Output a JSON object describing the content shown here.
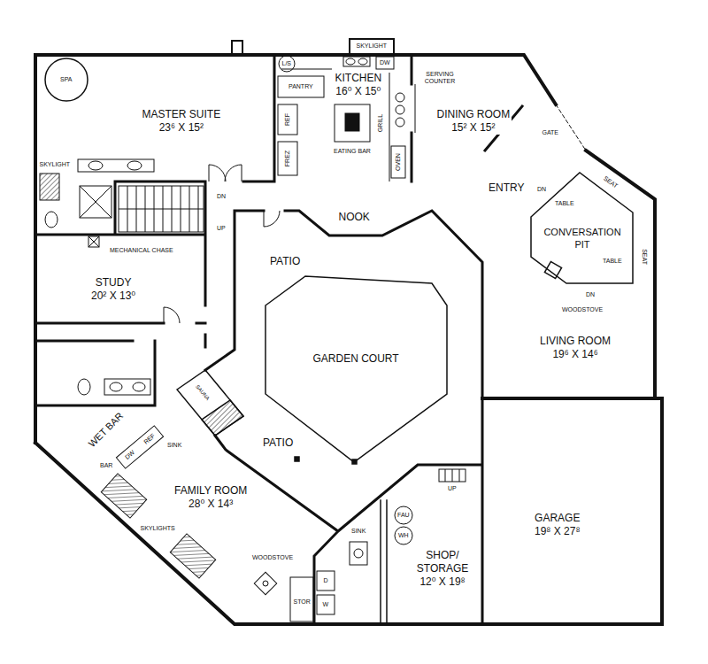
{
  "diagram": {
    "nodes": [
      {
        "text": [
          "MASTER SUITE",
          "23⁶ X 15²"
        ]
      },
      {
        "text": [
          "SPA"
        ]
      },
      {
        "text": [
          "KITCHEN",
          "16⁰ X 15⁰"
        ]
      },
      {
        "text": [
          "DINING ROOM",
          "15² X 15²"
        ]
      },
      {
        "text": [
          "ENTRY"
        ]
      },
      {
        "text": [
          "CONVERSATION PIT"
        ]
      },
      {
        "text": [
          "STUDY",
          "20² X 13⁰"
        ]
      },
      {
        "text": [
          "NOOK"
        ]
      },
      {
        "text": [
          "PATIO"
        ]
      },
      {
        "text": [
          "GARDEN COURT"
        ]
      },
      {
        "text": [
          "LIVING ROOM",
          "19⁶ X 14⁶"
        ]
      },
      {
        "text": [
          "SAUNA"
        ]
      },
      {
        "text": [
          "WET BAR"
        ]
      },
      {
        "text": [
          "PATIO"
        ]
      },
      {
        "text": [
          "FAMILY ROOM",
          "28⁰ X 14³"
        ]
      },
      {
        "text": [
          "SHOP/ STORAGE",
          "12⁰ X 19⁸"
        ]
      },
      {
        "text": [
          "GARAGE",
          "19⁸ X 27⁸"
        ]
      }
    ],
    "labels": [
      "SKYLIGHT",
      "DW",
      "L/S",
      "PANTRY",
      "REF",
      "FREZ",
      "GRILL",
      "EATING BAR",
      "OVEN",
      "SERVING COUNTER",
      "GATE",
      "DN",
      "TABLE",
      "SEAT",
      "SEAT",
      "TABLE",
      "DN",
      "WOODSTOVE",
      "SKYLIGHT",
      "DN",
      "UP",
      "MECHANICAL CHASE",
      "REF",
      "SINK",
      "DW",
      "BAR",
      "SKYLIGHTS",
      "WOODSTOVE",
      "STOR",
      "D",
      "W",
      "SINK",
      "FAU",
      "WH",
      "UP"
    ]
  }
}
